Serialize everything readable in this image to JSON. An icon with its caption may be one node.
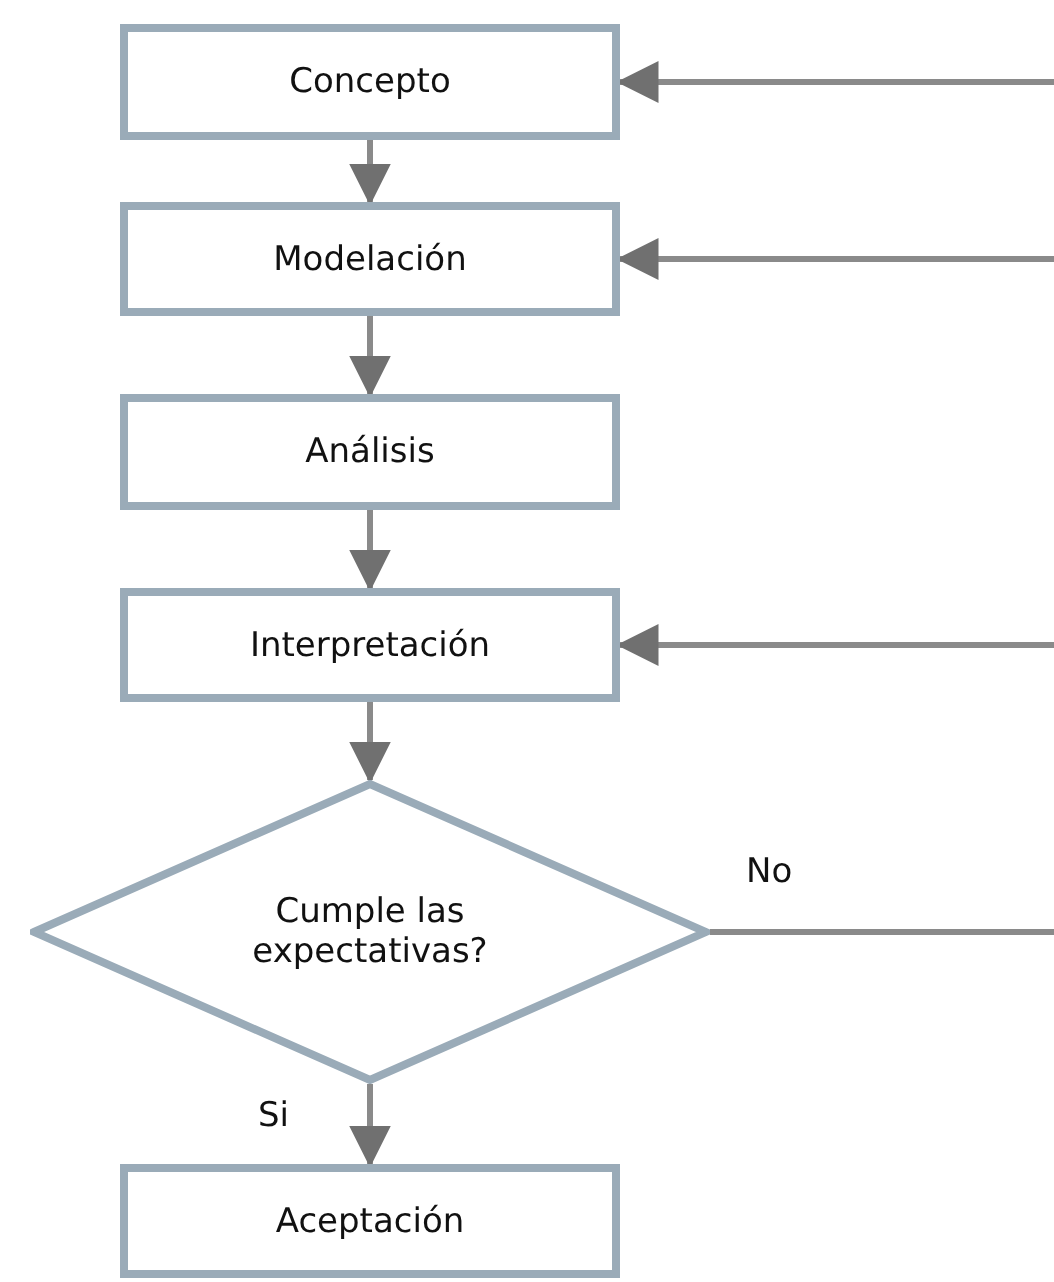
{
  "diagram": {
    "nodes": [
      {
        "text": [
          "Concepto"
        ]
      },
      {
        "text": [
          "Modelación"
        ]
      },
      {
        "text": [
          "Análisis"
        ]
      },
      {
        "text": [
          "Interpretación"
        ]
      },
      {
        "text": [
          "Cumple las expectativas?"
        ]
      },
      {
        "text": [
          "Aceptación"
        ]
      }
    ],
    "edges": [
      {
        "from": 0,
        "to": 1,
        "arrow": "to"
      },
      {
        "from": 1,
        "to": 2,
        "arrow": "to"
      },
      {
        "from": 2,
        "to": 3,
        "arrow": "to"
      },
      {
        "from": 3,
        "to": 4,
        "arrow": "to"
      },
      {
        "from": 4,
        "to": 5,
        "arrow": "to",
        "label": "Si"
      },
      {
        "from": 4,
        "to": null,
        "arrow": "none",
        "label": "No"
      },
      {
        "from": null,
        "to": 0,
        "arrow": "to"
      },
      {
        "from": null,
        "to": 1,
        "arrow": "to"
      },
      {
        "from": null,
        "to": 3,
        "arrow": "to"
      }
    ]
  }
}
